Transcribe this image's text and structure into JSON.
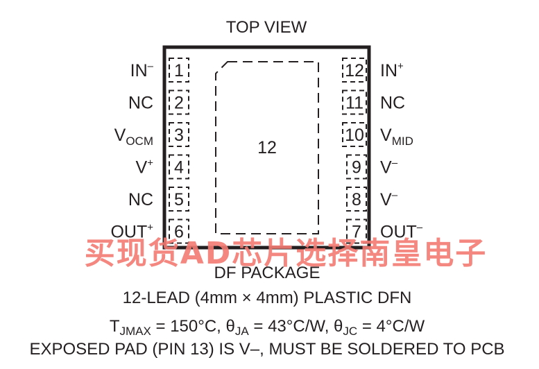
{
  "title": "TOP VIEW",
  "exposed_pad_label": "12",
  "pins_left": [
    {
      "num": "1",
      "name": "IN",
      "sup": "–",
      "sub": ""
    },
    {
      "num": "2",
      "name": "NC",
      "sup": "",
      "sub": ""
    },
    {
      "num": "3",
      "name": "V",
      "sup": "",
      "sub": "OCM"
    },
    {
      "num": "4",
      "name": "V",
      "sup": "+",
      "sub": ""
    },
    {
      "num": "5",
      "name": "NC",
      "sup": "",
      "sub": ""
    },
    {
      "num": "6",
      "name": "OUT",
      "sup": "+",
      "sub": ""
    }
  ],
  "pins_right": [
    {
      "num": "12",
      "name": "IN",
      "sup": "+",
      "sub": ""
    },
    {
      "num": "11",
      "name": "NC",
      "sup": "",
      "sub": ""
    },
    {
      "num": "10",
      "name": "V",
      "sup": "",
      "sub": "MID"
    },
    {
      "num": "9",
      "name": "V",
      "sup": "–",
      "sub": ""
    },
    {
      "num": "8",
      "name": "V",
      "sup": "–",
      "sub": ""
    },
    {
      "num": "7",
      "name": "OUT",
      "sup": "–",
      "sub": ""
    }
  ],
  "watermark": "买现货AD芯片选择南皇电子",
  "package_name": "DF PACKAGE",
  "package_desc": "12-LEAD (4mm × 4mm) PLASTIC DFN",
  "thermal": {
    "tjmax_main": "T",
    "tjmax_sub": "JMAX",
    "tjmax_value": " = 150°C, ",
    "theta_ja_sym": "θ",
    "theta_ja_sub": "JA",
    "theta_ja_value": " = 43°C/W, ",
    "theta_jc_sym": "θ",
    "theta_jc_sub": "JC",
    "theta_jc_value": " = 4°C/W"
  },
  "exposed_pad_note": "EXPOSED PAD (PIN 13) IS V–, MUST BE SOLDERED TO PCB"
}
